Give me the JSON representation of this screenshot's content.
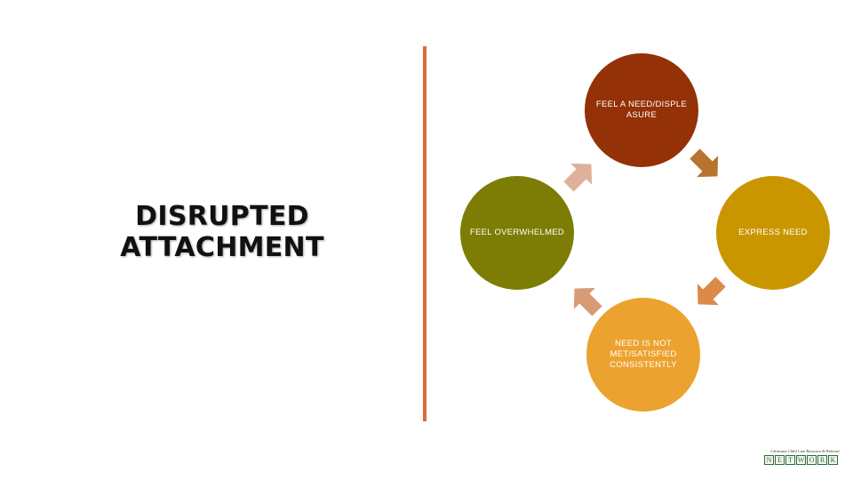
{
  "slide": {
    "title_line1": "DISRUPTED",
    "title_line2": "ATTACHMENT"
  },
  "cycle": {
    "nodes": [
      {
        "label": "FEEL A NEED/DISPLEASURE",
        "color": "#943106"
      },
      {
        "label": "EXPRESS NEED",
        "color": "#c99600"
      },
      {
        "label": "NEED IS NOT MET/SATISFIED CONSISTENTLY",
        "color": "#eca22e"
      },
      {
        "label": "FEEL OVERWHELMED",
        "color": "#7d7d05"
      }
    ],
    "arrows": [
      {
        "icon": "arrow-down-right-icon",
        "color": "#b8732e"
      },
      {
        "icon": "arrow-down-left-icon",
        "color": "#dc8a48"
      },
      {
        "icon": "arrow-up-left-icon",
        "color": "#d89b76"
      },
      {
        "icon": "arrow-up-right-icon",
        "color": "#dfb09a"
      }
    ]
  },
  "logo": {
    "caption": "California Child Care Resource & Referral",
    "letters": [
      "N",
      "E",
      "T",
      "W",
      "O",
      "R",
      "K"
    ]
  },
  "colors": {
    "divider": "#e0673f"
  }
}
